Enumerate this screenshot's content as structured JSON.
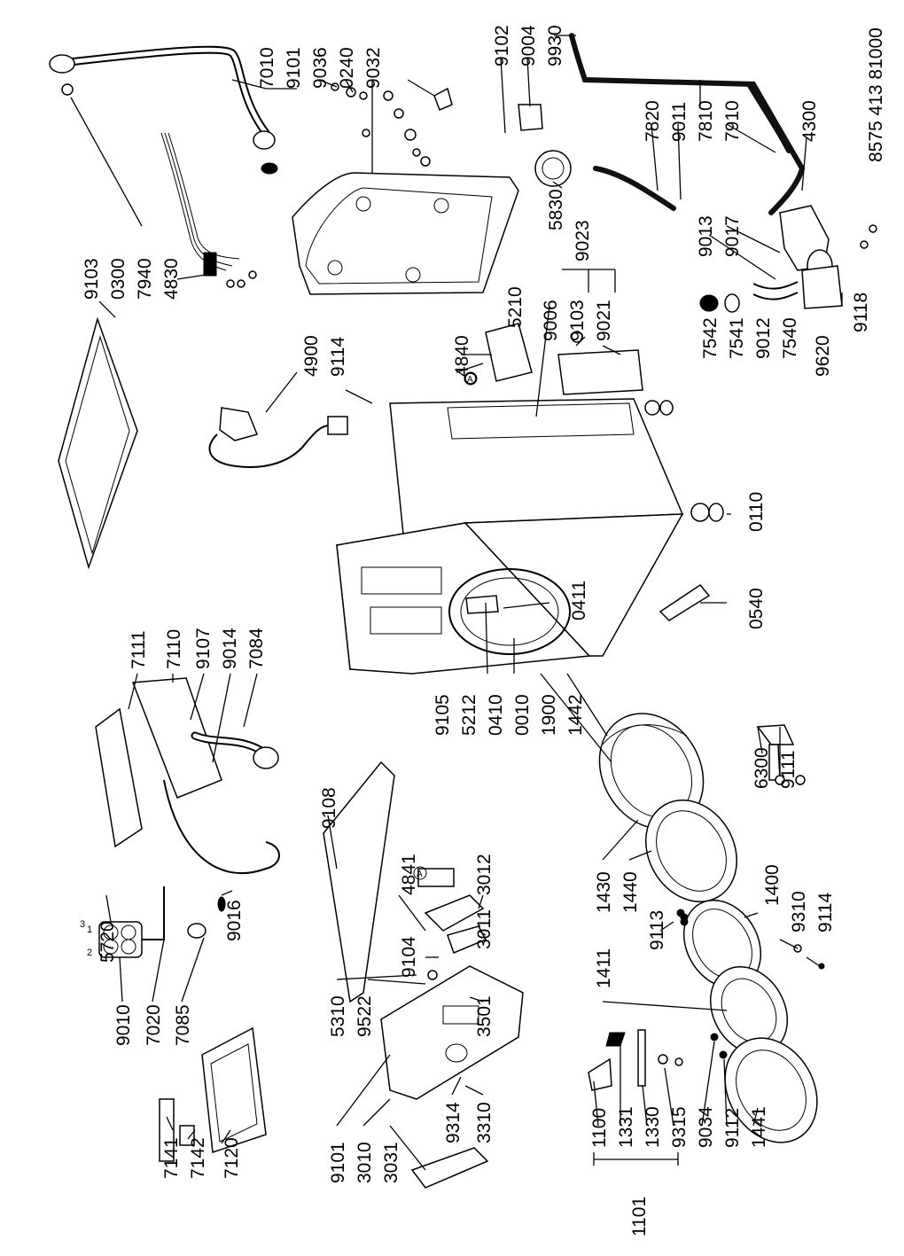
{
  "doc_code": "8575 413 81000",
  "labels": {
    "l7010": "7010",
    "l9101a": "9101",
    "l9036": "9036",
    "l0240": "0240",
    "l9032": "9032",
    "l9102": "9102",
    "l9004": "9004",
    "l9930": "9930",
    "l9103a": "9103",
    "l0300": "0300",
    "l7940": "7940",
    "l4830": "4830",
    "l7820": "7820",
    "l9011": "9011",
    "l7810": "7810",
    "l7910": "7910",
    "l4300": "4300",
    "l5830": "5830",
    "l9023": "9023",
    "l9013": "9013",
    "l9017": "9017",
    "l9006": "9006",
    "l9103b": "9103",
    "l9021": "9021",
    "l5210": "5210",
    "l4840": "4840",
    "l4900": "4900",
    "l9114a": "9114",
    "l9118": "9118",
    "l7542": "7542",
    "l7541": "7541",
    "l9012": "9012",
    "l7540": "7540",
    "l9620": "9620",
    "l0110": "0110",
    "l0411": "0411",
    "l0540": "0540",
    "l7111": "7111",
    "l7110": "7110",
    "l9107": "9107",
    "l9014": "9014",
    "l7084": "7084",
    "l9105": "9105",
    "l5212": "5212",
    "l0410": "0410",
    "l0010": "0010",
    "l1900": "1900",
    "l1442": "1442",
    "l6300": "6300",
    "l9111": "9111",
    "l9108": "9108",
    "l5720": "5720",
    "l9016": "9016",
    "l9010": "9010",
    "l7020": "7020",
    "l7085": "7085",
    "l4841": "4841",
    "l3012": "3012",
    "l9104": "9104",
    "l3011": "3011",
    "l1430": "1430",
    "l1440": "1440",
    "l9113": "9113",
    "l1400": "1400",
    "l9310": "9310",
    "l9114b": "9114",
    "l5310": "5310",
    "l9522": "9522",
    "l3501": "3501",
    "l1411": "1411",
    "l9101b": "9101",
    "l3010": "3010",
    "l3031": "3031",
    "l9314": "9314",
    "l3310": "3310",
    "l1100": "1100",
    "l1331": "1331",
    "l1330": "1330",
    "l9315": "9315",
    "l9034": "9034",
    "l9112": "9112",
    "l1441": "1441",
    "l7141": "7141",
    "l7142": "7142",
    "l7120": "7120",
    "l1101": "1101"
  },
  "callouts": {
    "connector_a1": "A",
    "connector_a2": "A",
    "valve_port_1": "1",
    "valve_port_2": "2",
    "valve_port_3": "3"
  }
}
